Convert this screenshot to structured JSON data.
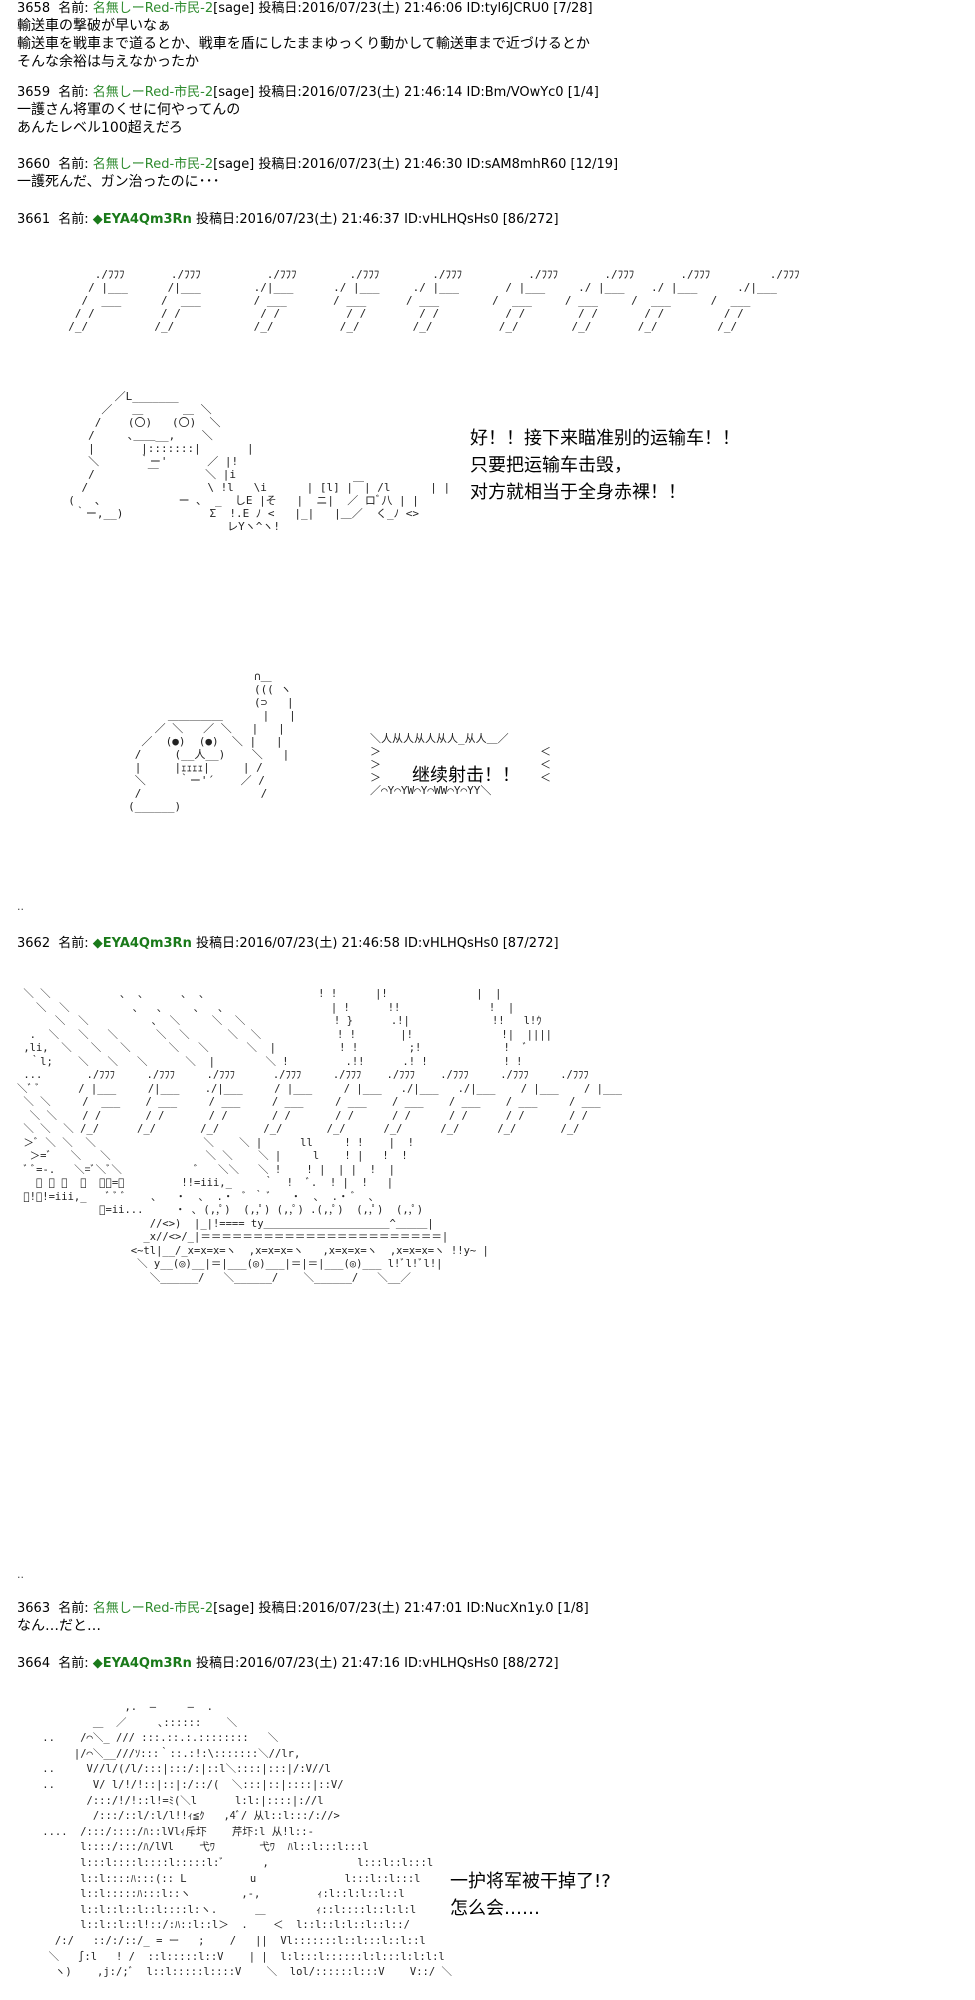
{
  "posts": [
    {
      "num": "3658",
      "name_label": "名前:",
      "name": "名無しーRed-市民-2",
      "mail": "[sage]",
      "date": "投稿日:2016/07/23(土) 21:46:06 ID:tyl6JCRU0 [7/28]",
      "lines": [
        "輸送車の撃破が早いなぁ",
        "輸送車を戦車まで道るとか、戦車を盾にしたままゆっくり動かして輸送車まで近づけるとか",
        "そんな余裕は与えなかったか"
      ]
    },
    {
      "num": "3659",
      "name_label": "名前:",
      "name": "名無しーRed-市民-2",
      "mail": "[sage]",
      "date": "投稿日:2016/07/23(土) 21:46:14 ID:Bm/VOwYc0 [1/4]",
      "lines": [
        "一護さん将軍のくせに何やってんの",
        "あんたレベル100超えだろ"
      ]
    },
    {
      "num": "3660",
      "name_label": "名前:",
      "name": "名無しーRed-市民-2",
      "mail": "[sage]",
      "date": "投稿日:2016/07/23(土) 21:46:30 ID:sAM8mhR60 [12/19]",
      "lines": [
        "一護死んだ、ガン治ったのに･･･"
      ]
    },
    {
      "num": "3661",
      "name_label": "名前:",
      "name": "◆EYA4Qm3Rn",
      "mail": "",
      "date": "投稿日:2016/07/23(土) 21:46:37 ID:vHLHQsHs0 [86/272]",
      "lines": []
    },
    {
      "num": "3662",
      "name_label": "名前:",
      "name": "◆EYA4Qm3Rn",
      "mail": "",
      "date": "投稿日:2016/07/23(土) 21:46:58 ID:vHLHQsHs0 [87/272]",
      "lines": []
    },
    {
      "num": "3663",
      "name_label": "名前:",
      "name": "名無しーRed-市民-2",
      "mail": "[sage]",
      "date": "投稿日:2016/07/23(土) 21:47:01 ID:NucXn1y.0 [1/8]",
      "lines": [
        "なん…だと…"
      ]
    },
    {
      "num": "3664",
      "name_label": "名前:",
      "name": "◆EYA4Qm3Rn",
      "mail": "",
      "date": "投稿日:2016/07/23(土) 21:47:16 ID:vHLHQsHs0 [88/272]",
      "lines": []
    }
  ],
  "translations": {
    "t1": [
      "好！！接下来瞄准别的运输车！！",
      "只要把运输车击毁，",
      "对方就相当于全身赤裸！！"
    ],
    "t2": "继续射击！！",
    "t3": [
      "一护将军被干掉了!?",
      "怎么会……"
    ]
  },
  "aa": {
    "gunfire1": "      ./ﾌﾌﾌ       ./ﾌﾌﾌ          ./ﾌﾌﾌ        ./ﾌﾌﾌ        ./ﾌﾌﾌ          ./ﾌﾌﾌ       ./ﾌﾌﾌ       ./ﾌﾌﾌ         ./ﾌﾌﾌ\n     / |___      /|___        ./|___      ./ |___     ./ |___       / |___     ./ |___    ./ |___      ./|___\n    /  ___      /  ___        / ___       / ___      / ___        /  ___     / ___     /  ___      /  ___\n   / /          / /            / /          / /        / /          / /        / /       / /         / /\n  /_/          /_/            /_/          /_/        /_/          /_/        /_/       /_/         /_/",
    "char1": "         ／L_______\n       ／   ＿      ＿ ＼\n      /    (〇)   (〇)  ＼\n     /     ､＿＿__,    ＼\n     |       |:::::::|       |\n     ＼      ｀ー'      ／ |!\n     /        ￣       ＼ |i\n    /                  \\ !l   \\i      | [l] |￣| /l      | |\n  (   、           ー ､  _  しE |そ   |  ニ|  ／ ロﾞ八 | |\n   ｀ー,__)             Σ  !.E ﾉ <   |_|   |＿／  く_ﾉ <>\n                          レYヽ^ヽ!",
    "char2": "                        ∩＿\n                        ((( ヽ\n                        (⊃   |\n           ＿＿＿＿＿      |   |\n         ／ ＼   ／ ＼   |   |\n       ／  (●)  (●)  ＼ |   |\n      /     (__人__)    ＼   |\n      |     |ｪｪｪｪ|     | /\n      ＼     ｀ー'´    ／ /\n      /                  /\n     (______)",
    "bubble": "＼人从人从人从人_从人＿／\n＞                        ＜\n＞                        ＜\n＞                        ＜\n／⌒Y⌒YW⌒Y⌒WW⌒Y⌒YY＼",
    "tank": " ＼ ＼           ､  ､      ､  ､                  ! !      |!              |  |\n   ＼  ＼          ､   ､     ､   ､                 | !      !!              !  |\n      ＼  ＼          ､  ＼     ＼  ＼              ! }      .!|             !!   l!ｳ\n  .  ＼   ＼   ＼      ＼  ＼      ＼  ＼            ! !       |!              !|  ||||\n ,li,  ＼   ＼   ＼      ＼   ＼      ＼  |          ! !        ;!             !  ﾞ\n  ｀l;    ＼   ＼   ＼      ＼  |        ＼ !         .!!      .! !            ! !\n ...       ./ﾌﾌﾌ     ./ﾌﾌﾌ     ./ﾌﾌﾌ      ./ﾌﾌﾌ     ./ﾌﾌﾌ    ./ﾌﾌﾌ    ./ﾌﾌﾌ     ./ﾌﾌﾌ     ./ﾌﾌﾌ\n＼ﾞ ﾞ      / |___     /|___    ./|___     / |___     / |___   ./|___   ./|___    / |___    / |___\n ＼ ＼     /  ___    / ___     / ___     / ___     / ___    / ___    / ___    / ___     / ___\n  ＼ ＼    / /       / /       / /       / /       / /      / /      / /      / /       / /\n ＼ ＼  ＼ /_/      /_/       /_/       /_/       /_/      /_/      /_/      /_/       /_/\n ＞ﾞ ＼ ＼  ＼                 ＼    ＼ |      ll     ! !    |  !\n  ＞=ﾞ   ＼   ＼               ＼ ＼    ＼ |     l    ! |   !  !\n ﾞ ﾞ=-.   ＼=ﾞ＼ﾞ＼            ﾞ   ＼＼   ＼ !    ! |  | |  !  |\n   ﾞ ﾞ ﾞ  ＼  ＼＼=ﾞ         !!=iii,_     ｀  !  ﾞ.  ! |  !   |\n ﾞ!ﾞ!=iii,_   ﾞ ﾞ ﾞ    ､   ・  ､  .・  ﾞ ｀ ﾞ   ・  ､  .・ ﾞ  ､\n             ﾞ=ii...     ・ ､ (,,ﾟ)  (,,ﾟ) (,,ﾟ) .(,,ﾟ)  (,,ﾟ)  (,,ﾟ)\n                     //<>)  |_|!==== ty＿＿＿＿＿＿＿＿＿＿＿＿^＿＿＿|\n                    _x//<>/_|＝＝＝＝＝＝＝＝＝＝＝＝＝＝＝＝＝＝＝＝＝＝＝|\n                  <~tl|__/_x=x=x=ヽ  ,x=x=x=ヽ   ,x=x=x=ヽ  ,x=x=x=ヽ !!y~ |\n                   ＼ y__(◎)__|＝|___(◎)___|＝|＝|___(◎)___ l!ﾞl!ﾞl!|\n                     ＼______/   ＼______/    ＼______/   ＼__／",
    "char3": "                 ,.  ―     ―  .\n            ＿  ／     ､::::::    ＼\n    ..    /⌒＼_ /// :::.::.:.::::::::   ＼\n         |/⌒＼__///ｿ:::｀::.:!:\\:::::::＼//lr,\n    ..     V//l/(/l/:::|:::/:|::l＼::::|:::|/:V//l\n    ..      V/ l/!/!::|::|:/::/(  ＼:::|::|::::|::V/\n           /:::/!/!::l!=ﾐ(＼l      l:l:|::::|://l\n            /:::/::l/:l/l!!ｨ≦ｸ   ,4ﾞ/ 从l::l:::/://>\n    ....  /:::/::::/ﾊ::lVlｨ斥圷    芹圷:l 从!l::-\n          l::::/:::/ﾊ/lVl    弋ﾜ       弋ﾜ  ﾊl::l:::l:::l\n          l:::l::::l::::l:::::l:ﾞ      ,              l:::l::l:::l\n          l::l::::ﾊ:::(:: L          u              l:::l::l:::l\n          l::l:::::ﾊ:::l::ヽ        ,-,         ｨ:l::l:l::l::l\n          l::l::l::l::l::::l:ヽ.      ＿        ｨ::l::::l::l:l:l\n          l::l::l::l!::/:ﾊ::l::l＞  .    ＜  l::l::l:l::l::l::/\n      /:/   ::/:/::/_ = ー   ;    /   ||  Vl:::::::l::l:::l::l::l\n     ＼   ∫:l   ! /  ::l:::::l::V    | |  l:l:::l::::::l:l:::l:l:l:l\n      ヽ)    ,j:/;ﾞ  l::l:::::l::::V    ＼  lol/::::::l:::V    V::/ ＼"
  }
}
